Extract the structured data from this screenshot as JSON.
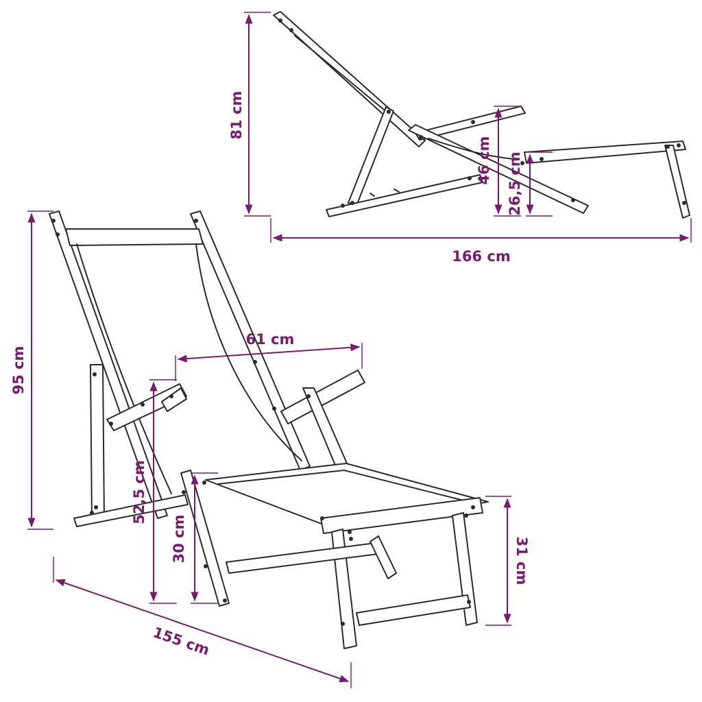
{
  "dimensions": {
    "side_height": "81 cm",
    "side_armrest_height": "46 cm",
    "side_seat_height": "26,5 cm",
    "side_length": "166 cm",
    "front_height": "95 cm",
    "front_width": "61 cm",
    "front_armrest_height": "52,5 cm",
    "front_seat_height": "30 cm",
    "front_footrest_height": "31 cm",
    "front_depth": "155 cm"
  },
  "colors": {
    "dimension": "#7a1a6f",
    "outline": "#2a2a2a"
  }
}
